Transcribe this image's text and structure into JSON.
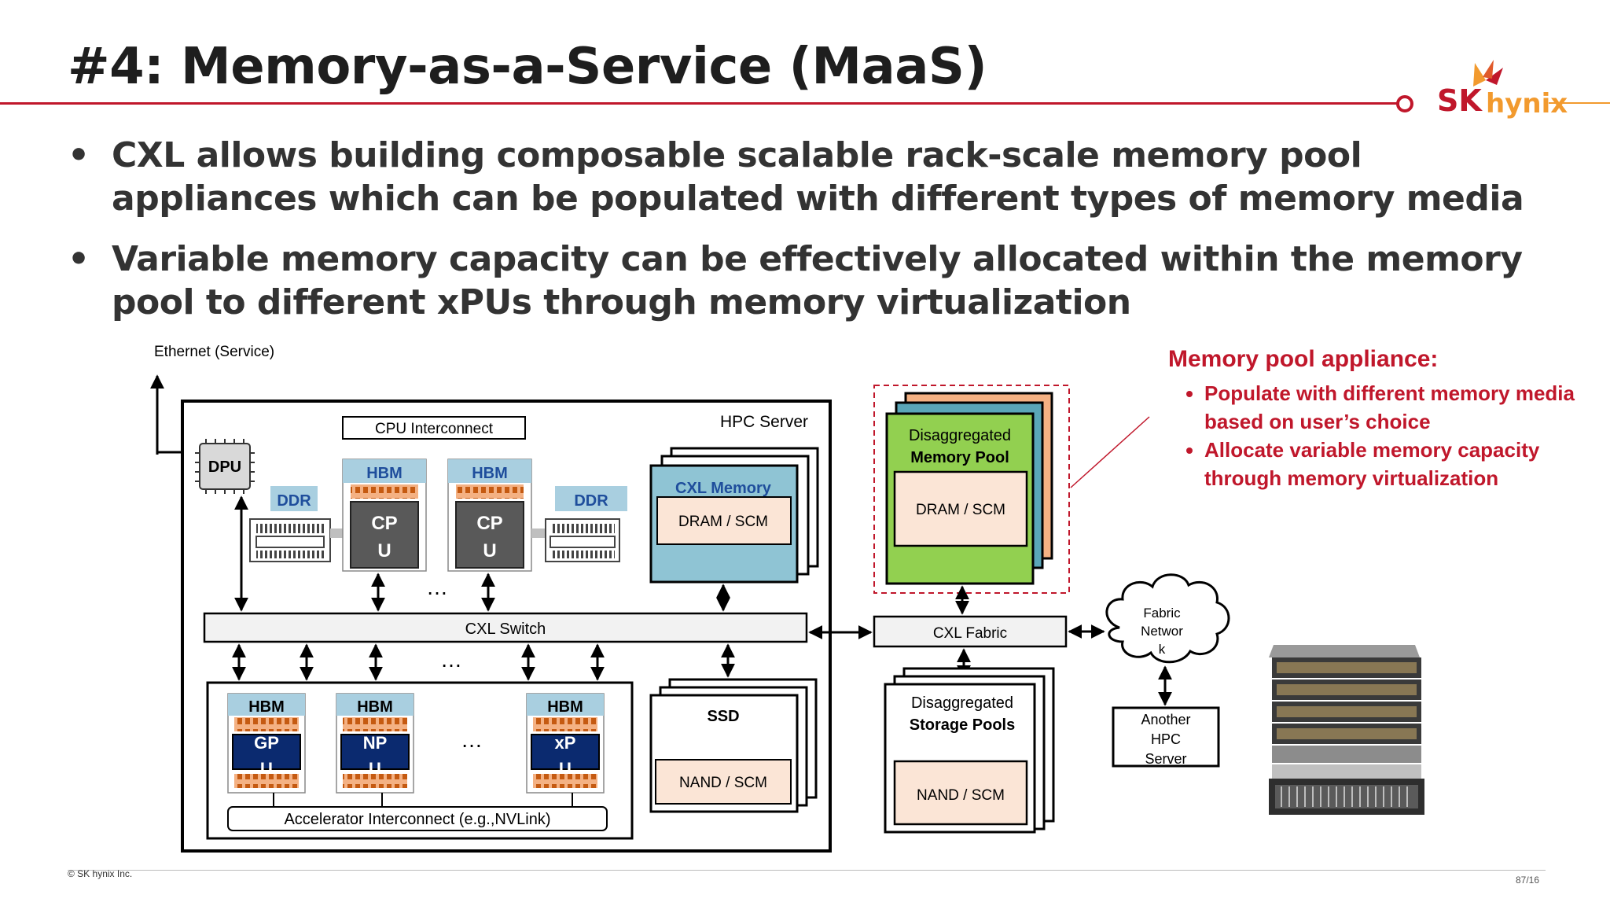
{
  "slide": {
    "title": "#4: Memory-as-a-Service (MaaS)",
    "bullets": [
      "CXL allows building composable scalable rack-scale memory pool appliances which can be populated with different types of memory media",
      "Variable memory capacity can be effectively allocated within the memory pool to different xPUs through memory virtualization"
    ],
    "bullet_glyph": "•",
    "logo": {
      "sk": "SK",
      "hynix": "hynix"
    },
    "copyright": "© SK hynix Inc.",
    "page_number": "87/16"
  },
  "callout": {
    "title": "Memory pool appliance:",
    "items": [
      "Populate with different memory media based on user’s choice",
      "Allocate variable memory capacity through memory virtualization"
    ]
  },
  "diagram": {
    "ethernet": "Ethernet (Service)",
    "hpc_server": "HPC Server",
    "cpu_interconnect": "CPU Interconnect",
    "dpu": "DPU",
    "ddr": "DDR",
    "hbm": "HBM",
    "cpu": [
      "CP",
      "U"
    ],
    "ellipsis": "…",
    "cxl_memory": "CXL Memory",
    "dram_scm": "DRAM / SCM",
    "cxl_switch": "CXL Switch",
    "gpu": [
      "GP",
      "U"
    ],
    "npu": [
      "NP",
      "U"
    ],
    "xpu": [
      "xP",
      "U"
    ],
    "accelerator_interconnect": "Accelerator Interconnect (e.g.,NVLink)",
    "ssd": "SSD",
    "nand_scm": "NAND / SCM",
    "disaggregated": "Disaggregated",
    "memory_pool": "Memory Pool",
    "cxl_fabric": "CXL Fabric",
    "storage_pools": "Storage Pools",
    "fabric_network": [
      "Fabric",
      "Networ",
      "k"
    ],
    "another_hpc": [
      "Another",
      "HPC",
      "Server"
    ]
  },
  "colors": {
    "accent_red": "#c0172b",
    "accent_orange": "#f29a2e",
    "hbm_fill": "#a9cfe0",
    "cxl_memory_fill": "#8fc4d4",
    "pool_green": "#92d050",
    "pool_teal": "#5aa6b8",
    "pool_peach": "#f4b183",
    "media_fill": "#fbe5d6",
    "chip_dark": "#595959",
    "accel_navy": "#0b2a6f"
  }
}
